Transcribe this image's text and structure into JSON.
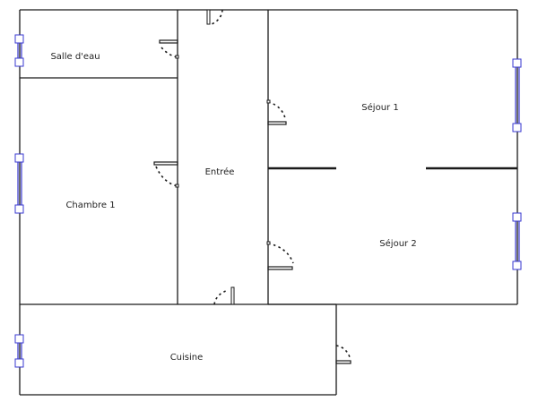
{
  "colors": {
    "wall": "#1a1a1a",
    "window": "#3a3ad0",
    "background": "#ffffff"
  },
  "rooms": [
    {
      "key": "salle-d-eau",
      "label": "Salle d'eau"
    },
    {
      "key": "chambre-1",
      "label": "Chambre 1"
    },
    {
      "key": "entree",
      "label": "Entrée"
    },
    {
      "key": "sejour-1",
      "label": "Séjour 1"
    },
    {
      "key": "sejour-2",
      "label": "Séjour 2"
    },
    {
      "key": "cuisine",
      "label": "Cuisine"
    }
  ]
}
